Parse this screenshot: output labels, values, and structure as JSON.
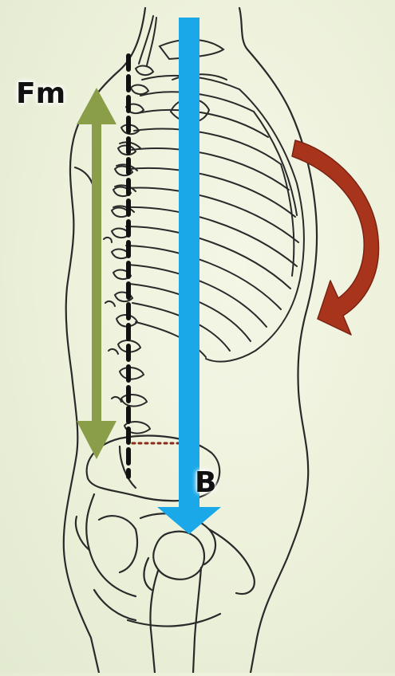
{
  "labels": {
    "fm": "Fm",
    "b": "B"
  },
  "colors": {
    "background": "#eef2dc",
    "outline": "#2a2a2a",
    "muscle_force_arrow": "#8a9e4a",
    "gravity_arrow": "#1aa8e8",
    "rotation_arrow": "#a8341c",
    "spine_axis_line": "#111111",
    "moment_arm_line": "#8b2a1a"
  },
  "icons": {
    "fm_arrow": "double-headed-arrow",
    "gravity_arrow": "down-arrow",
    "rotation_arrow": "clockwise-curved-arrow"
  }
}
